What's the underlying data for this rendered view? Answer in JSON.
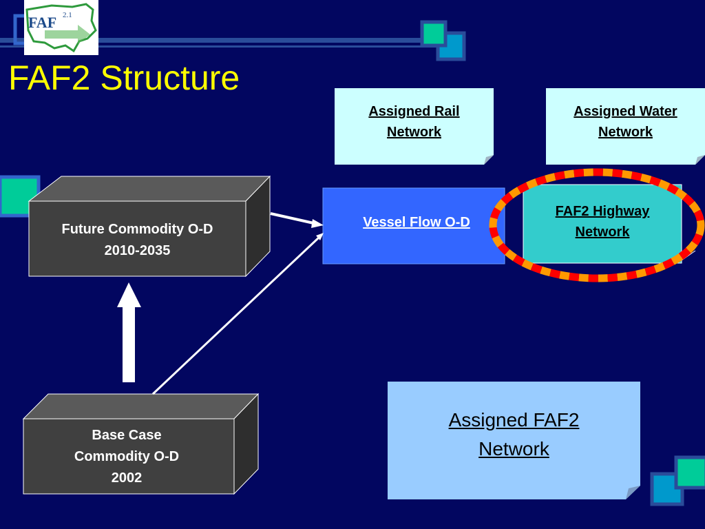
{
  "slide": {
    "title": "FAF2 Structure",
    "logo": {
      "text": "FAF",
      "superscript": "2.1"
    }
  },
  "diagram": {
    "boxes": {
      "future": {
        "line1": "Future Commodity O-D",
        "line2": "2010-2035"
      },
      "base": {
        "line1": "Base Case",
        "line2": "Commodity O-D",
        "line3": "2002"
      },
      "vessel": {
        "label": "Vessel Flow O-D"
      },
      "highway": {
        "line1": "FAF2 Highway",
        "line2": "Network"
      },
      "rail": {
        "line1": "Assigned Rail",
        "line2": "Network"
      },
      "water": {
        "line1": "Assigned Water",
        "line2": "Network"
      },
      "assigned_faf2": {
        "line1": "Assigned FAF2",
        "line2": "Network"
      }
    }
  },
  "colors": {
    "background": "#020660",
    "title": "#ffff00",
    "box_dark": "#404040",
    "vessel_box": "#3366ff",
    "highway_box": "#33cccc",
    "note_light": "#ccffff",
    "note_blue": "#99ccff",
    "highlight_red": "#ff0000",
    "highlight_orange": "#ff9900"
  }
}
